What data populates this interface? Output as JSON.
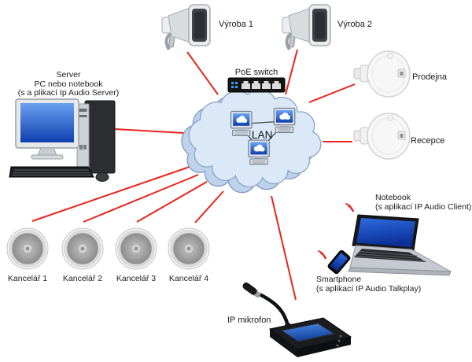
{
  "colors": {
    "background": "#ffffff",
    "connection_red": "#e8251c",
    "cloud_fill": "#dae8f8",
    "cloud_back_fill": "#bed2ec",
    "cloud_stroke": "#8aa4c9",
    "screen_blue": "#1d50c0",
    "label_text": "#1c1c1c"
  },
  "cloud": {
    "label": "LAN"
  },
  "poe_switch": {
    "label": "PoE switch"
  },
  "server": {
    "line1": "Server",
    "line2": "PC nebo notebook",
    "line3": "(s a plikací Ip Audio Server)"
  },
  "horn_speakers": [
    {
      "label": "Výroba 1"
    },
    {
      "label": "Výroba 2"
    }
  ],
  "wall_speakers": [
    {
      "label": "Prodejna"
    },
    {
      "label": "Recepce"
    }
  ],
  "ceiling_speakers": [
    {
      "label": "Kancelář 1"
    },
    {
      "label": "Kancelář 2"
    },
    {
      "label": "Kancelář 3"
    },
    {
      "label": "Kancelář 4"
    }
  ],
  "notebook": {
    "label": "Notebook",
    "sublabel": "(s aplikací IP Audio Client)"
  },
  "smartphone": {
    "label": "Smartphone",
    "sublabel": "(s aplikací IP Audio Talkplay)"
  },
  "microphone": {
    "label": "IP mikrofon"
  },
  "connections": [
    {
      "from": "server",
      "to": "lan",
      "type": "wired"
    },
    {
      "from": "vyroba-1",
      "to": "lan",
      "type": "wired"
    },
    {
      "from": "vyroba-2",
      "to": "lan",
      "type": "wired"
    },
    {
      "from": "prodejna",
      "to": "lan",
      "type": "wired"
    },
    {
      "from": "recepce",
      "to": "lan",
      "type": "wired"
    },
    {
      "from": "kancelar-1",
      "to": "lan",
      "type": "wired"
    },
    {
      "from": "kancelar-2",
      "to": "lan",
      "type": "wired"
    },
    {
      "from": "kancelar-3",
      "to": "lan",
      "type": "wired"
    },
    {
      "from": "kancelar-4",
      "to": "lan",
      "type": "wired"
    },
    {
      "from": "ip-mikrofon",
      "to": "lan",
      "type": "wired"
    },
    {
      "from": "notebook",
      "to": "lan",
      "type": "wifi"
    },
    {
      "from": "smartphone",
      "to": "lan",
      "type": "wifi"
    }
  ]
}
